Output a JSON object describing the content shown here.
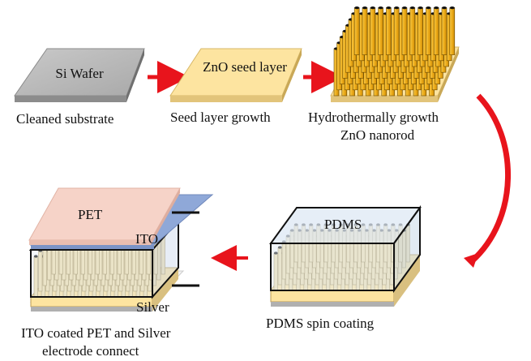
{
  "steps": {
    "s1": {
      "caption": "Cleaned substrate",
      "label": "Si Wafer"
    },
    "s2": {
      "caption": "Seed layer growth",
      "label": "ZnO seed layer"
    },
    "s3": {
      "caption_line1": "Hydrothermally growth",
      "caption_line2": "ZnO nanorod"
    },
    "s4": {
      "caption": "PDMS spin coating",
      "label": "PDMS"
    },
    "s5": {
      "caption_line1": "ITO coated PET and Silver",
      "caption_line2": "electrode connect",
      "label_pet": "PET",
      "label_ito": "ITO",
      "label_silver": "Silver"
    }
  },
  "colors": {
    "arrow": "#e8141c",
    "si_wafer": "#b8b8b8",
    "seed_layer": "#fde4a0",
    "nanorod": "#f2b21f",
    "pet": "#f6d3c8",
    "ito": "#8fa8d8",
    "pdms": "#dde8f4"
  }
}
